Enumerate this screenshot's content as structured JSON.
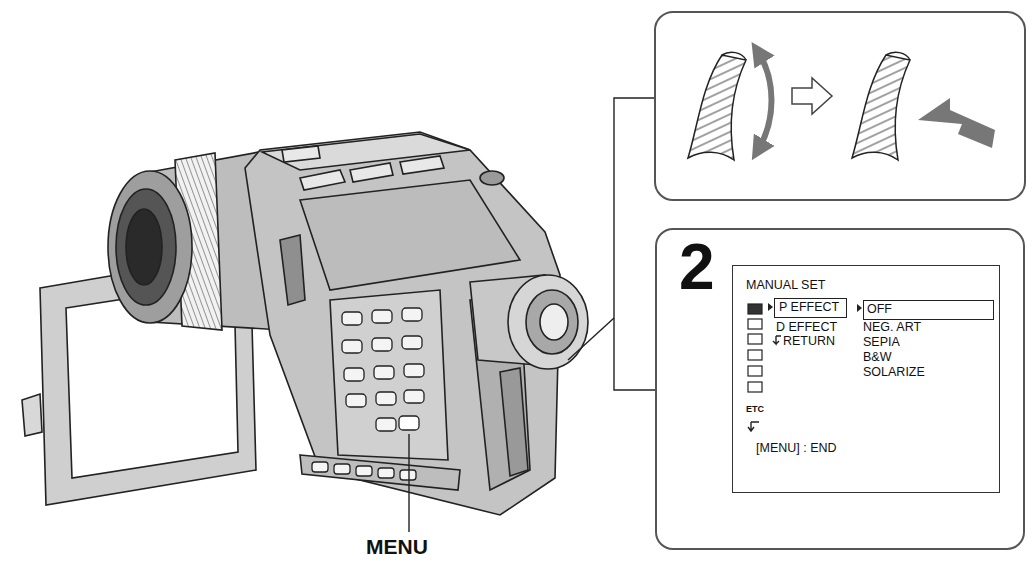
{
  "diagram": {
    "nodes": [
      {
        "text": [
          "2"
        ]
      },
      {
        "text": [
          "MANUAL SET",
          "D EFFECT",
          "RETURN",
          "NEG. ART",
          "SEPIA",
          "B&W",
          "SOLARIZE",
          "ETC",
          "[MENU] : END"
        ],
        "in": 0
      },
      {
        "text": [
          "P EFFECT"
        ],
        "in": 1
      },
      {
        "text": [
          "OFF"
        ],
        "in": 1
      }
    ],
    "labels": [
      "MENU"
    ]
  }
}
